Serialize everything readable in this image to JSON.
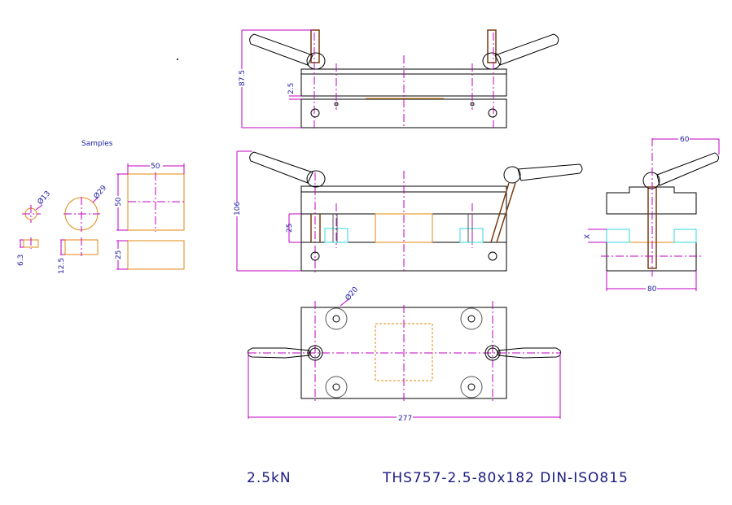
{
  "samples": {
    "title": "Samples",
    "dia_small": "Ø13",
    "dia_large": "Ø29",
    "h_small": "6.3",
    "h_large": "12.5",
    "sq_width": "50",
    "sq_height": "50",
    "sq_thick": "25"
  },
  "front_view": {
    "height": "87.5",
    "gap": "2.5"
  },
  "section_view": {
    "height": "106",
    "gap": "25"
  },
  "side_view": {
    "lever": "60",
    "width": "80",
    "x_label": "X"
  },
  "plan_view": {
    "hole": "Ø20",
    "length": "277"
  },
  "footer": {
    "load": "2.5kN",
    "designation": "THS757-2.5-80x182 DIN-ISO815"
  }
}
